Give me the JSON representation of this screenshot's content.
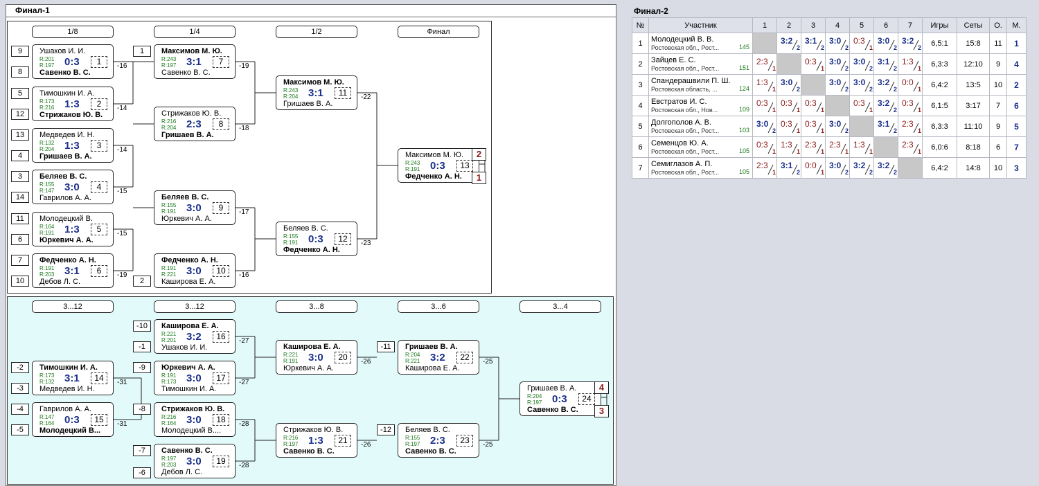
{
  "final1": {
    "title": "Финал-1",
    "main_rounds": [
      "1/8",
      "1/4",
      "1/2",
      "Финал"
    ],
    "cons_rounds": [
      "3...12",
      "3...12",
      "3...8",
      "3...6",
      "3...4"
    ],
    "seeds": [
      "9",
      "8",
      "5",
      "12",
      "13",
      "4",
      "3",
      "14",
      "11",
      "6",
      "7",
      "10",
      "1",
      "2",
      "-2",
      "-3",
      "-4",
      "-5",
      "-10",
      "-1",
      "-9",
      "-8",
      "-7",
      "-6",
      "-11",
      "-12"
    ],
    "matches": [
      {
        "p1": "Ушаков И. И.",
        "r1": "R:201",
        "r2": "R:197",
        "p2": "Савенко В. С.",
        "score": "0:3",
        "num": "1",
        "winner": 2,
        "out": "-16"
      },
      {
        "p1": "Тимошкин И. А.",
        "r1": "R:173",
        "r2": "R:216",
        "p2": "Стрижаков Ю. В.",
        "score": "1:3",
        "num": "2",
        "winner": 2,
        "out": "-14"
      },
      {
        "p1": "Медведев И. Н.",
        "r1": "R:132",
        "r2": "R:204",
        "p2": "Гришаев В. А.",
        "score": "1:3",
        "num": "3",
        "winner": 2,
        "out": "-14"
      },
      {
        "p1": "Беляев В. С.",
        "r1": "R:155",
        "r2": "R:147",
        "p2": "Гаврилов А. А.",
        "score": "3:0",
        "num": "4",
        "winner": 1,
        "out": "-15"
      },
      {
        "p1": "Молодецкий В.",
        "r1": "R:164",
        "r2": "R:191",
        "p2": "Юркевич А. А.",
        "score": "1:3",
        "num": "5",
        "winner": 2,
        "out": "-15"
      },
      {
        "p1": "Федченко А. Н.",
        "r1": "R:191",
        "r2": "R:203",
        "p2": "Дебов Л. С.",
        "score": "3:1",
        "num": "6",
        "winner": 1,
        "out": "-19"
      },
      {
        "p1": "Максимов М. Ю.",
        "r1": "R:243",
        "r2": "R:197",
        "p2": "Савенко В. С.",
        "score": "3:1",
        "num": "7",
        "winner": 1,
        "out": "-19"
      },
      {
        "p1": "Стрижаков Ю. В.",
        "r1": "R:216",
        "r2": "R:204",
        "p2": "Гришаев В. А.",
        "score": "2:3",
        "num": "8",
        "winner": 2,
        "out": "-18"
      },
      {
        "p1": "Беляев В. С.",
        "r1": "R:155",
        "r2": "R:191",
        "p2": "Юркевич А. А.",
        "score": "3:0",
        "num": "9",
        "winner": 1,
        "out": "-17"
      },
      {
        "p1": "Федченко А. Н.",
        "r1": "R:191",
        "r2": "R:221",
        "p2": "Каширова Е. А.",
        "score": "3:0",
        "num": "10",
        "winner": 1,
        "out": "-16"
      },
      {
        "p1": "Максимов М. Ю.",
        "r1": "R:243",
        "r2": "R:204",
        "p2": "Гришаев В. А.",
        "score": "3:1",
        "num": "11",
        "winner": 1,
        "out": "-22"
      },
      {
        "p1": "Беляев В. С.",
        "r1": "R:155",
        "r2": "R:191",
        "p2": "Федченко А. Н.",
        "score": "0:3",
        "num": "12",
        "winner": 2,
        "out": "-23"
      },
      {
        "p1": "Максимов М. Ю.",
        "r1": "R:243",
        "r2": "R:191",
        "p2": "Федченко А. Н.",
        "score": "0:3",
        "num": "13",
        "winner": 2,
        "out": ""
      },
      {
        "p1": "Тимошкин И. А.",
        "r1": "R:173",
        "r2": "R:132",
        "p2": "Медведев И. Н.",
        "score": "3:1",
        "num": "14",
        "winner": 1,
        "out": "-31"
      },
      {
        "p1": "Гаврилов А. А.",
        "r1": "R:147",
        "r2": "R:164",
        "p2": "Молодецкий В...",
        "score": "0:3",
        "num": "15",
        "winner": 2,
        "out": "-31"
      },
      {
        "p1": "Каширова Е. А.",
        "r1": "R:221",
        "r2": "R:201",
        "p2": "Ушаков И. И.",
        "score": "3:2",
        "num": "16",
        "winner": 1,
        "out": "-27"
      },
      {
        "p1": "Юркевич А. А.",
        "r1": "R:191",
        "r2": "R:173",
        "p2": "Тимошкин И. А.",
        "score": "3:0",
        "num": "17",
        "winner": 1,
        "out": "-27"
      },
      {
        "p1": "Стрижаков Ю. В.",
        "r1": "R:216",
        "r2": "R:164",
        "p2": "Молодецкий В....",
        "score": "3:0",
        "num": "18",
        "winner": 1,
        "out": "-28"
      },
      {
        "p1": "Савенко В. С.",
        "r1": "R:197",
        "r2": "R:203",
        "p2": "Дебов Л. С.",
        "score": "3:0",
        "num": "19",
        "winner": 1,
        "out": "-28"
      },
      {
        "p1": "Каширова Е. А.",
        "r1": "R:221",
        "r2": "R:191",
        "p2": "Юркевич А. А.",
        "score": "3:0",
        "num": "20",
        "winner": 1,
        "out": "-26"
      },
      {
        "p1": "Стрижаков Ю. В.",
        "r1": "R:216",
        "r2": "R:197",
        "p2": "Савенко В. С.",
        "score": "1:3",
        "num": "21",
        "winner": 2,
        "out": "-26"
      },
      {
        "p1": "Гришаев В. А.",
        "r1": "R:204",
        "r2": "R:221",
        "p2": "Каширова Е. А.",
        "score": "3:2",
        "num": "22",
        "winner": 1,
        "out": "-25"
      },
      {
        "p1": "Беляев В. С.",
        "r1": "R:155",
        "r2": "R:197",
        "p2": "Савенко В. С.",
        "score": "2:3",
        "num": "23",
        "winner": 2,
        "out": "-25"
      },
      {
        "p1": "Гришаев В. А.",
        "r1": "R:204",
        "r2": "R:197",
        "p2": "Савенко В. С.",
        "score": "0:3",
        "num": "24",
        "winner": 2,
        "out": ""
      }
    ],
    "places": [
      "2",
      "1",
      "4",
      "3"
    ]
  },
  "final2": {
    "title": "Финал-2",
    "headers": [
      "№",
      "Участник",
      "1",
      "2",
      "3",
      "4",
      "5",
      "6",
      "7",
      "Игры",
      "Сеты",
      "О.",
      "М."
    ],
    "rows": [
      {
        "n": "1",
        "name": "Молодецкий В. В.",
        "region": "Ростовская обл., Рост...",
        "rating": "145",
        "cells": [
          null,
          [
            "3:2",
            "2",
            "w"
          ],
          [
            "3:1",
            "2",
            "w"
          ],
          [
            "3:0",
            "2",
            "w"
          ],
          [
            "0:3",
            "1",
            "l"
          ],
          [
            "3:0",
            "2",
            "w"
          ],
          [
            "3:2",
            "2",
            "w"
          ]
        ],
        "games": "6,5:1",
        "sets": "15:8",
        "o": "11",
        "m": "1"
      },
      {
        "n": "2",
        "name": "Зайцев Е. С.",
        "region": "Ростовская обл., Рост...",
        "rating": "151",
        "cells": [
          [
            "2:3",
            "1",
            "l"
          ],
          null,
          [
            "0:3",
            "1",
            "l"
          ],
          [
            "3:0",
            "2",
            "w"
          ],
          [
            "3:0",
            "2",
            "w"
          ],
          [
            "3:1",
            "2",
            "w"
          ],
          [
            "1:3",
            "1",
            "l"
          ]
        ],
        "games": "6,3:3",
        "sets": "12:10",
        "o": "9",
        "m": "4"
      },
      {
        "n": "3",
        "name": "Спандерашвили П. Ш.",
        "region": "Ростовская область, ...",
        "rating": "124",
        "cells": [
          [
            "1:3",
            "1",
            "l"
          ],
          [
            "3:0",
            "2",
            "w"
          ],
          null,
          [
            "3:0",
            "2",
            "w"
          ],
          [
            "3:0",
            "2",
            "w"
          ],
          [
            "3:2",
            "2",
            "w"
          ],
          [
            "0:0",
            "1",
            "l"
          ]
        ],
        "games": "6,4:2",
        "sets": "13:5",
        "o": "10",
        "m": "2"
      },
      {
        "n": "4",
        "name": "Евстратов И. С.",
        "region": "Ростовская обл., Нов...",
        "rating": "109",
        "cells": [
          [
            "0:3",
            "1",
            "l"
          ],
          [
            "0:3",
            "1",
            "l"
          ],
          [
            "0:3",
            "1",
            "l"
          ],
          null,
          [
            "0:3",
            "1",
            "l"
          ],
          [
            "3:2",
            "2",
            "w"
          ],
          [
            "0:3",
            "1",
            "l"
          ]
        ],
        "games": "6,1:5",
        "sets": "3:17",
        "o": "7",
        "m": "6"
      },
      {
        "n": "5",
        "name": "Долгополов А. В.",
        "region": "Ростовская обл., Рост...",
        "rating": "103",
        "cells": [
          [
            "3:0",
            "2",
            "w"
          ],
          [
            "0:3",
            "1",
            "l"
          ],
          [
            "0:3",
            "1",
            "l"
          ],
          [
            "3:0",
            "2",
            "w"
          ],
          null,
          [
            "3:1",
            "2",
            "w"
          ],
          [
            "2:3",
            "1",
            "l"
          ]
        ],
        "games": "6,3:3",
        "sets": "11:10",
        "o": "9",
        "m": "5"
      },
      {
        "n": "6",
        "name": "Семенцов Ю. А.",
        "region": "Ростовская обл., Рост...",
        "rating": "105",
        "cells": [
          [
            "0:3",
            "1",
            "l"
          ],
          [
            "1:3",
            "1",
            "l"
          ],
          [
            "2:3",
            "1",
            "l"
          ],
          [
            "2:3",
            "1",
            "l"
          ],
          [
            "1:3",
            "1",
            "l"
          ],
          null,
          [
            "2:3",
            "1",
            "l"
          ]
        ],
        "games": "6,0:6",
        "sets": "8:18",
        "o": "6",
        "m": "7"
      },
      {
        "n": "7",
        "name": "Семиглазов А. П.",
        "region": "Ростовская обл., Рост...",
        "rating": "105",
        "cells": [
          [
            "2:3",
            "1",
            "l"
          ],
          [
            "3:1",
            "2",
            "w"
          ],
          [
            "0:0",
            "1",
            "l"
          ],
          [
            "3:0",
            "2",
            "w"
          ],
          [
            "3:2",
            "2",
            "w"
          ],
          [
            "3:2",
            "2",
            "w"
          ],
          null
        ],
        "games": "6,4:2",
        "sets": "14:8",
        "o": "10",
        "m": "3"
      }
    ]
  }
}
